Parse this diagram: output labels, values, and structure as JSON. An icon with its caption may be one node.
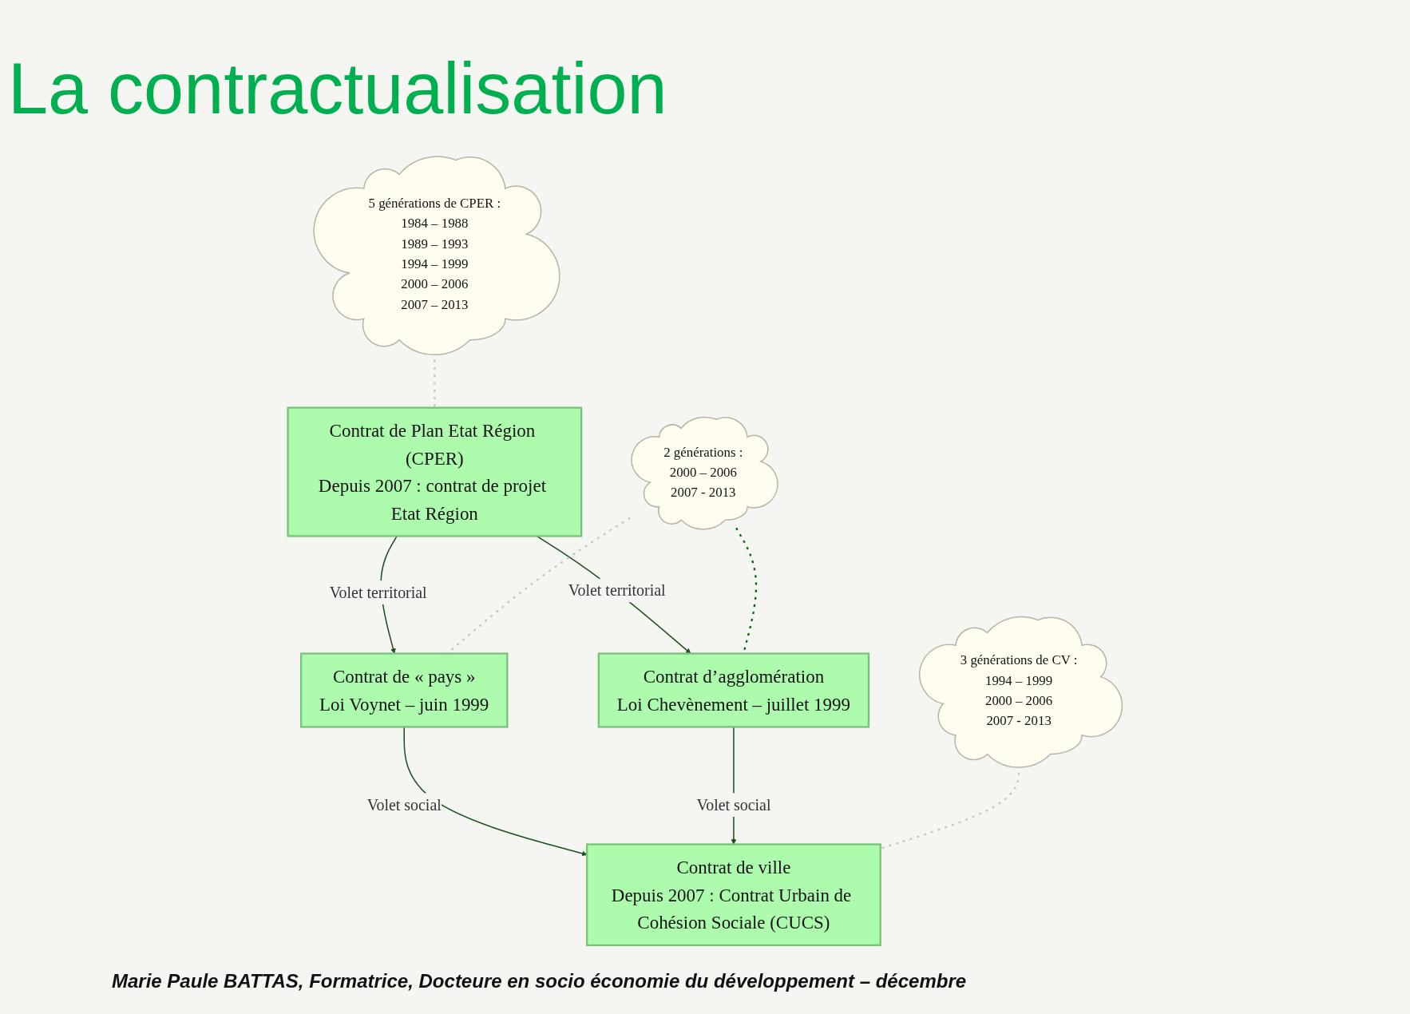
{
  "diagram": {
    "title": "La contractualisation",
    "nodes": [
      {
        "text": [
          "5 générations de CPER :",
          "1984 – 1988",
          "1989 – 1993",
          "1994 – 1999",
          "2000 – 2006",
          "2007 – 2013"
        ]
      },
      {
        "text": [
          "Contrat de Plan Etat Région (CPER)",
          "Depuis 2007 : contrat de projet Etat Région"
        ]
      },
      {
        "text": [
          "Contrat de « pays »",
          "Loi Voynet – juin 1999"
        ]
      },
      {
        "text": [
          "2 générations :",
          "2000 – 2006",
          "2007 - 2013"
        ]
      },
      {
        "text": [
          "Contrat d’agglomération",
          "Loi Chevènement – juillet 1999"
        ]
      },
      {
        "text": [
          "Contrat de ville",
          "Depuis 2007 : Contrat Urbain de Cohésion Sociale (CUCS)"
        ]
      },
      {
        "text": [
          "3 générations de CV :",
          "1994 – 1999",
          "2000 – 2006",
          "2007 - 2013"
        ]
      }
    ],
    "edges": [
      {
        "from": 1,
        "to": 2,
        "arrow": "to",
        "label": "Volet territorial"
      },
      {
        "from": 1,
        "to": 4,
        "arrow": "to",
        "label": "Volet territorial"
      },
      {
        "from": 2,
        "to": 5,
        "arrow": "to",
        "label": "Volet social"
      },
      {
        "from": 4,
        "to": 5,
        "arrow": "to",
        "label": "Volet social"
      },
      {
        "from": 0,
        "to": 1,
        "arrow": "none",
        "style": "dashed",
        "color": "#c8c8b4"
      },
      {
        "from": 3,
        "to": 2,
        "arrow": "none",
        "style": "dashed",
        "color": "#c8c8b4"
      },
      {
        "from": 3,
        "to": 4,
        "arrow": "none",
        "style": "dashed",
        "color": "#006400"
      },
      {
        "from": 6,
        "to": 5,
        "arrow": "none",
        "style": "dashed",
        "color": "#c8c8b4"
      }
    ],
    "labels": [
      "Marie Paule BATTAS, Formatrice, Docteure en socio économie du développement – décembre"
    ]
  }
}
